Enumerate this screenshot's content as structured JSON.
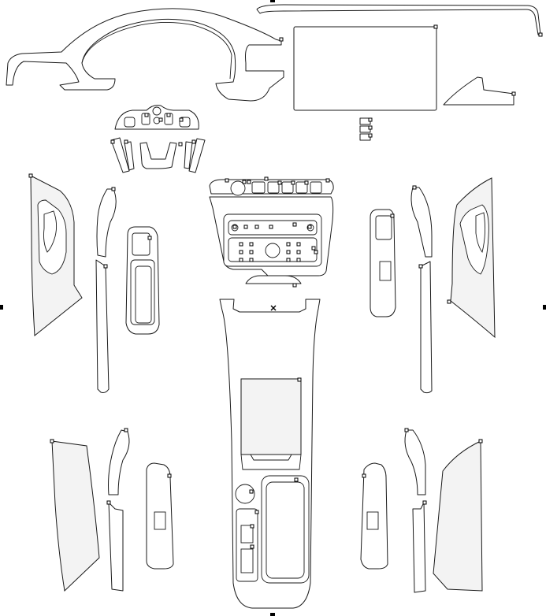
{
  "canvas": {
    "background": "#ffffff",
    "stroke_color": "#1a1a1a",
    "panel_fill": "#f3f3f3",
    "handle_color": "#000000"
  },
  "parts": [
    "dashboard-frame",
    "dashboard-top-strip",
    "infotainment-screen",
    "passenger-dash-trim",
    "steering-wheel-controls",
    "steering-spoke-trims",
    "center-stack-top",
    "climate-control-panel",
    "center-console",
    "door-panel-front-left",
    "door-panel-front-right",
    "door-panel-rear-left",
    "door-panel-rear-right",
    "window-switch-panels",
    "pillar-trims"
  ]
}
